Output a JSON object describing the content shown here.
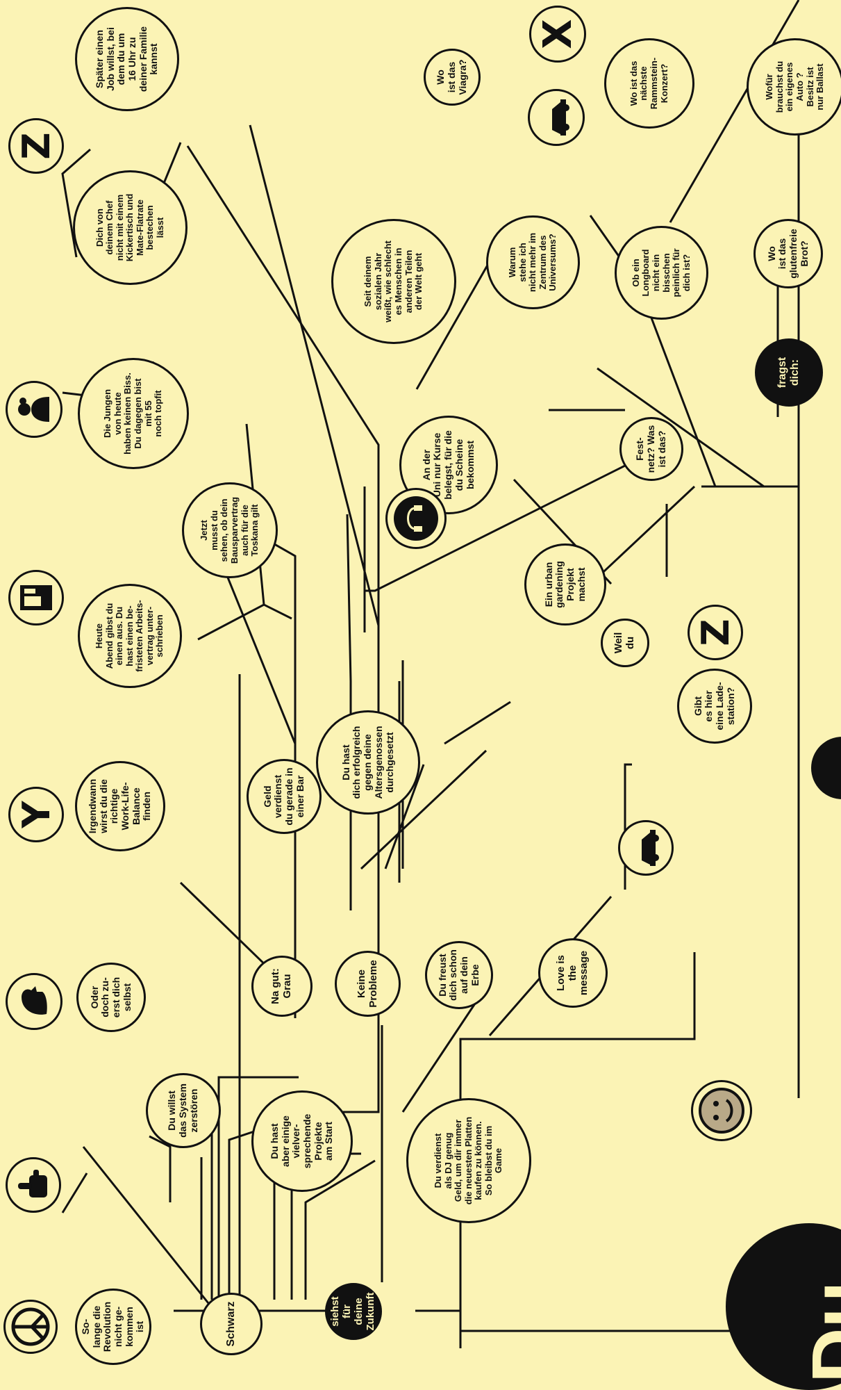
{
  "diagram": {
    "start_node": "siehst\nfür deine\nZukunft",
    "question_node": "fragst\ndich:",
    "big_text": "Du",
    "nodes": {
      "schwarz": "Schwarz",
      "solange": "So-\nlange die\nRevolution\nnicht ge-\nkommen\nist",
      "system": "Du willst\ndas System\nzerstören",
      "oder_selbst": "Oder\ndoch zu-\nerst dich\nselbst",
      "projekte": "Du hast\naber einige\nvielver-\nsprechende\nProjekte\nam Start",
      "grau": "Na gut:\nGrau",
      "worklife": "Irgendwann\nwirst du die\nrichtige\nWork-Life-\nBalance\nfinden",
      "bar": "Geld\nverdienst\ndu gerade in\neiner Bar",
      "arbeitsvertrag": "Heute\nAbend gibst du\neinen aus. Du\nhast einen be-\nfristeten Arbeits-\nvertrag unter-\nschrieben",
      "bauspar": "Jetzt\nmusst du\nsehen, ob dein\nBausparvertrag\nauch für die\nToskana gilt",
      "jungen": "Die Jungen\nvon heute\nhaben keinen Biss.\nDu dagegen bist\nmit 55\nnoch topfit",
      "chef": "Dich von\ndeinem Chef\nnicht mit einem\nKickertisch und\nMate-Flatrate\nbestechen\nlässt",
      "job": "Später einen\nJob willst, bei\ndem du um\n16 Uhr zu\ndeiner Familie\nkannst",
      "keine_probleme": "Keine\nProbleme",
      "erfolgreich": "Du hast\ndich erfolgreich\ngegen deine\nAltersgenossen\ndurchgesetzt",
      "erbe": "Du freust\ndich schon\nauf dein\nErbe",
      "dj": "Du verdienst\nals DJ genug\nGeld, um dir immer\ndie neuesten Platten\nkaufen zu können.\nSo bleibst du im\nGame",
      "love": "Love is\nthe\nmessage",
      "weil_du": "Weil\ndu",
      "uni": "An der\nUni nur Kurse\nbelegst, für die\ndu Scheine\nbekommst",
      "gardening": "Ein urban\ngardening\nProjekt\nmachst",
      "sozial": "Seit deinem\nsozialen Jahr\nweißt, wie schlecht\nes Menschen in\nanderen Teilen\nder Welt geht",
      "viagra": "Wo\nist das\nViagra?",
      "warum": "Warum\nstehe ich\nnicht mehr im\nZentrum des\nUniversums?",
      "festnetz": "Fest-\nnetz? Was\nist das?",
      "ladestation": "Gibt\nes hier\neine Lade-\nstation?",
      "longboard": "Ob ein\nLongboard\nnicht ein\nbisschen\npeinlich für\ndich ist?",
      "rammstein": "Wo ist das\nnächste\nRammstein-\nKonzert?",
      "brot": "Wo\nist das\nglutenfreie\nBrot?",
      "auto": "Wofür\nbrauchst du\nein eigenes\nAuto ?\nBesitz ist\nnur Ballast"
    },
    "letters": {
      "y": "Y",
      "z": "Z",
      "x": "X"
    },
    "icons": [
      "peace-icon",
      "middle-finger-icon",
      "head-profile-icon",
      "letter-y-icon",
      "vending-machine-icon",
      "grandma-icon",
      "dj-headphones-icon",
      "letter-z-icon",
      "car-icon",
      "smiley-icon",
      "letter-x-icon"
    ],
    "colors": {
      "background": "#fbf3b5",
      "ink": "#111111"
    }
  }
}
